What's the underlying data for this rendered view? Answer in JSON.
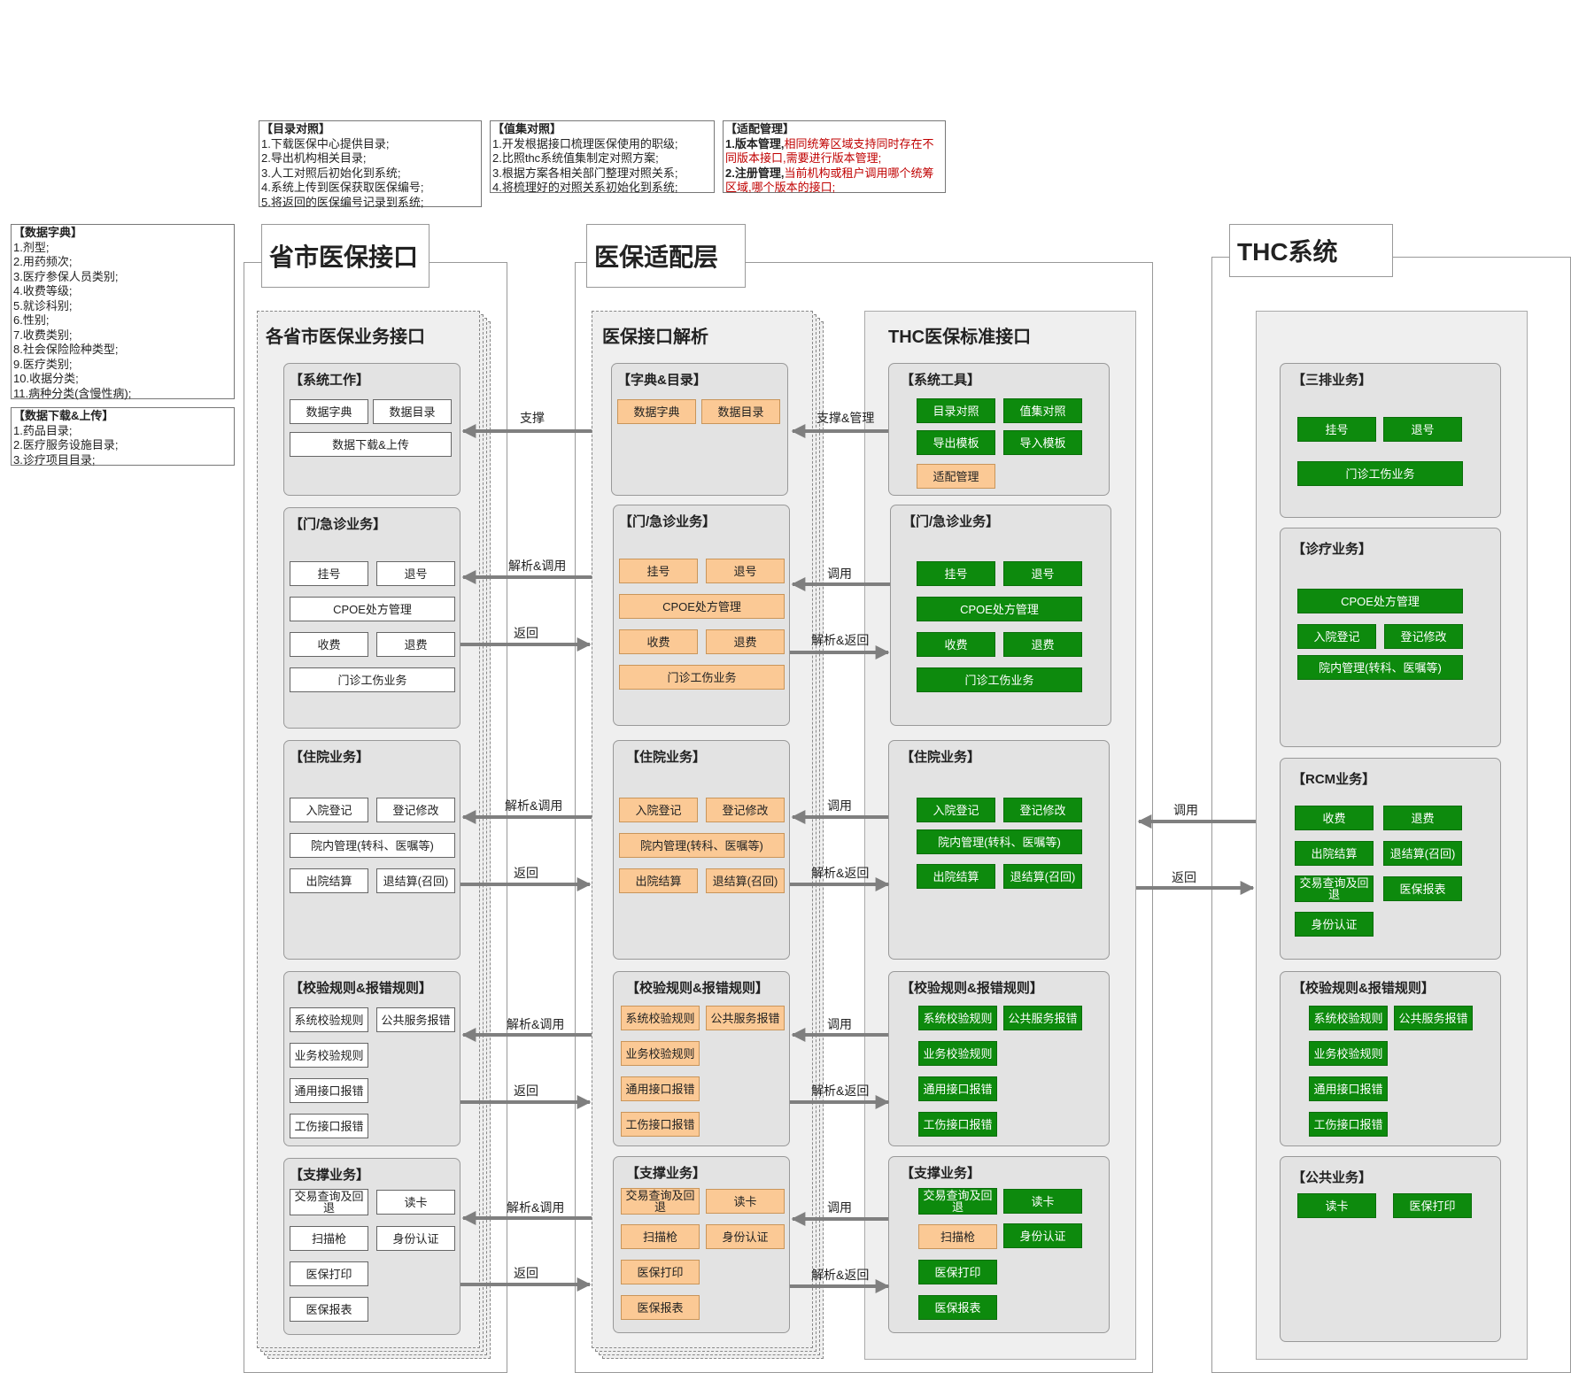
{
  "notes": {
    "catalog": {
      "title": "【目录对照】",
      "lines": [
        "1.下载医保中心提供目录;",
        "2.导出机构相关目录;",
        "3.人工对照后初始化到系统;",
        "4.系统上传到医保获取医保编号;",
        "5.将返回的医保编号记录到系统;"
      ]
    },
    "value": {
      "title": "【值集对照】",
      "lines": [
        "1.开发根据接口梳理医保使用的职级;",
        "2.比照thc系统值集制定对照方案;",
        "3.根据方案各相关部门整理对照关系;",
        "4.将梳理好的对照关系初始化到系统;"
      ]
    },
    "adapt": {
      "title": "【适配管理】",
      "l1_bold": "1.版本管理,",
      "l1_red": "相同统筹区域支持同时存在不同版本接口,需要进行版本管理;",
      "l2_bold": "2.注册管理,",
      "l2_red": "当前机构或租户调用哪个统筹区域,哪个版本的接口;"
    },
    "dict": {
      "title": "【数据字典】",
      "lines": [
        "1.剂型;",
        "2.用药频次;",
        "3.医疗参保人员类别;",
        "4.收费等级;",
        "5.就诊科别;",
        "6.性别;",
        "7.收费类别;",
        "8.社会保险险种类型;",
        "9.医疗类别;",
        "10.收据分类;",
        "11.病种分类(含慢性病);"
      ]
    },
    "download": {
      "title": "【数据下载&上传】",
      "lines": [
        "1.药品目录;",
        "2.医疗服务设施目录;",
        "3.诊疗项目目录;"
      ]
    }
  },
  "sections": {
    "provincial": "省市医保接口",
    "adapter": "医保适配层",
    "thc": "THC系统"
  },
  "columns": {
    "provincial": {
      "title": "各省市医保业务接口",
      "g1": {
        "title": "【系统工作】",
        "b1": "数据字典",
        "b2": "数据目录",
        "b3": "数据下载&上传"
      },
      "g2": {
        "title": "【门/急诊业务】",
        "b1": "挂号",
        "b2": "退号",
        "b3": "CPOE处方管理",
        "b4": "收费",
        "b5": "退费",
        "b6": "门诊工伤业务"
      },
      "g3": {
        "title": "【住院业务】",
        "b1": "入院登记",
        "b2": "登记修改",
        "b3": "院内管理(转科、医嘱等)",
        "b4": "出院结算",
        "b5": "退结算(召回)"
      },
      "g4": {
        "title": "【校验规则&报错规则】",
        "b1": "系统校验规则",
        "b2": "公共服务报错",
        "b3": "业务校验规则",
        "b4": "通用接口报错",
        "b5": "工伤接口报错"
      },
      "g5": {
        "title": "【支撑业务】",
        "b1": "交易查询及回退",
        "b2": "读卡",
        "b3": "扫描枪",
        "b4": "身份认证",
        "b5": "医保打印",
        "b6": "医保报表"
      }
    },
    "parse": {
      "title": "医保接口解析",
      "g1": {
        "title": "【字典&目录】",
        "b1": "数据字典",
        "b2": "数据目录"
      },
      "g2": {
        "title": "【门/急诊业务】",
        "b1": "挂号",
        "b2": "退号",
        "b3": "CPOE处方管理",
        "b4": "收费",
        "b5": "退费",
        "b6": "门诊工伤业务"
      },
      "g3": {
        "title": "【住院业务】",
        "b1": "入院登记",
        "b2": "登记修改",
        "b3": "院内管理(转科、医嘱等)",
        "b4": "出院结算",
        "b5": "退结算(召回)"
      },
      "g4": {
        "title": "【校验规则&报错规则】",
        "b1": "系统校验规则",
        "b2": "公共服务报错",
        "b3": "业务校验规则",
        "b4": "通用接口报错",
        "b5": "工伤接口报错"
      },
      "g5": {
        "title": "【支撑业务】",
        "b1": "交易查询及回退",
        "b2": "读卡",
        "b3": "扫描枪",
        "b4": "身份认证",
        "b5": "医保打印",
        "b6": "医保报表"
      }
    },
    "standard": {
      "title": "THC医保标准接口",
      "g1": {
        "title": "【系统工具】",
        "b1": "目录对照",
        "b2": "值集对照",
        "b3": "导出模板",
        "b4": "导入模板",
        "b5": "适配管理"
      },
      "g2": {
        "title": "【门/急诊业务】",
        "b1": "挂号",
        "b2": "退号",
        "b3": "CPOE处方管理",
        "b4": "收费",
        "b5": "退费",
        "b6": "门诊工伤业务"
      },
      "g3": {
        "title": "【住院业务】",
        "b1": "入院登记",
        "b2": "登记修改",
        "b3": "院内管理(转科、医嘱等)",
        "b4": "出院结算",
        "b5": "退结算(召回)"
      },
      "g4": {
        "title": "【校验规则&报错规则】",
        "b1": "系统校验规则",
        "b2": "公共服务报错",
        "b3": "业务校验规则",
        "b4": "通用接口报错",
        "b5": "工伤接口报错"
      },
      "g5": {
        "title": "【支撑业务】",
        "b1": "交易查询及回退",
        "b2": "读卡",
        "b3": "扫描枪",
        "b4": "身份认证",
        "b5": "医保打印",
        "b6": "医保报表"
      }
    },
    "thc": {
      "g1": {
        "title": "【三排业务】",
        "b1": "挂号",
        "b2": "退号",
        "b3": "门诊工伤业务"
      },
      "g2": {
        "title": "【诊疗业务】",
        "b1": "CPOE处方管理",
        "b2": "入院登记",
        "b3": "登记修改",
        "b4": "院内管理(转科、医嘱等)"
      },
      "g3": {
        "title": "【RCM业务】",
        "b1": "收费",
        "b2": "退费",
        "b3": "出院结算",
        "b4": "退结算(召回)",
        "b5": "交易查询及回退",
        "b6": "医保报表",
        "b7": "身份认证"
      },
      "g4": {
        "title": "【校验规则&报错规则】",
        "b1": "系统校验规则",
        "b2": "公共服务报错",
        "b3": "业务校验规则",
        "b4": "通用接口报错",
        "b5": "工伤接口报错"
      },
      "g5": {
        "title": "【公共业务】",
        "b1": "读卡",
        "b2": "医保打印"
      }
    }
  },
  "arrows": {
    "support": "支撑",
    "support_manage": "支撑&管理",
    "parse_call": "解析&调用",
    "return": "返回",
    "call": "调用",
    "parse_return": "解析&返回"
  },
  "colors": {
    "green": "#0d8a0d",
    "orange": "#fbc995",
    "gray_group": "#e3e3e3",
    "arrow": "#7f7f7f",
    "red_text": "#c00000"
  }
}
